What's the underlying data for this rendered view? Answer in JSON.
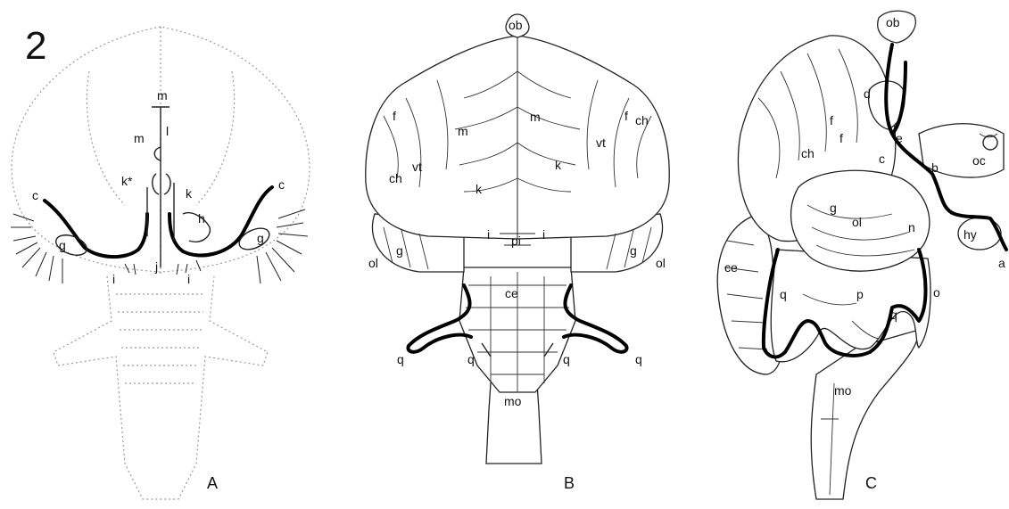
{
  "figure_number": "2",
  "panels": {
    "A": {
      "label": "A",
      "structure_labels": {
        "m_top": "m",
        "m_mid": "m",
        "l": "l",
        "k_left": "k*",
        "k_right": "k",
        "h": "h",
        "c_left": "c",
        "c_right": "c",
        "g_left": "g",
        "g_right": "g",
        "i_left": "i",
        "j": "j",
        "i_right": "i"
      }
    },
    "B": {
      "label": "B",
      "structure_labels": {
        "ob": "ob",
        "f_left": "f",
        "f_right": "f",
        "ch_left": "ch",
        "ch_right": "ch",
        "m_left": "m",
        "m_center": "m",
        "vt_left": "vt",
        "vt_right": "vt",
        "k_left": "k",
        "k_right": "k",
        "pi": "pi",
        "i_left": "i",
        "i_right": "i",
        "g_left": "g",
        "g_right": "g",
        "ol_left": "ol",
        "ol_right": "ol",
        "ce": "ce",
        "q_outer_left": "q",
        "q_inner_left": "q",
        "q_inner_right": "q",
        "q_outer_right": "q",
        "mo": "mo"
      }
    },
    "C": {
      "label": "C",
      "structure_labels": {
        "ob": "ob",
        "d": "d",
        "f_upper": "f",
        "f_lower": "f",
        "e": "e",
        "oc": "oc",
        "ch": "ch",
        "c": "c",
        "b": "b",
        "g": "g",
        "ol": "ol",
        "n": "n",
        "hy": "hy",
        "a": "a",
        "ce": "ce",
        "q_left": "q",
        "p": "p",
        "q_right": "q",
        "o": "o",
        "mo": "mo"
      }
    }
  }
}
